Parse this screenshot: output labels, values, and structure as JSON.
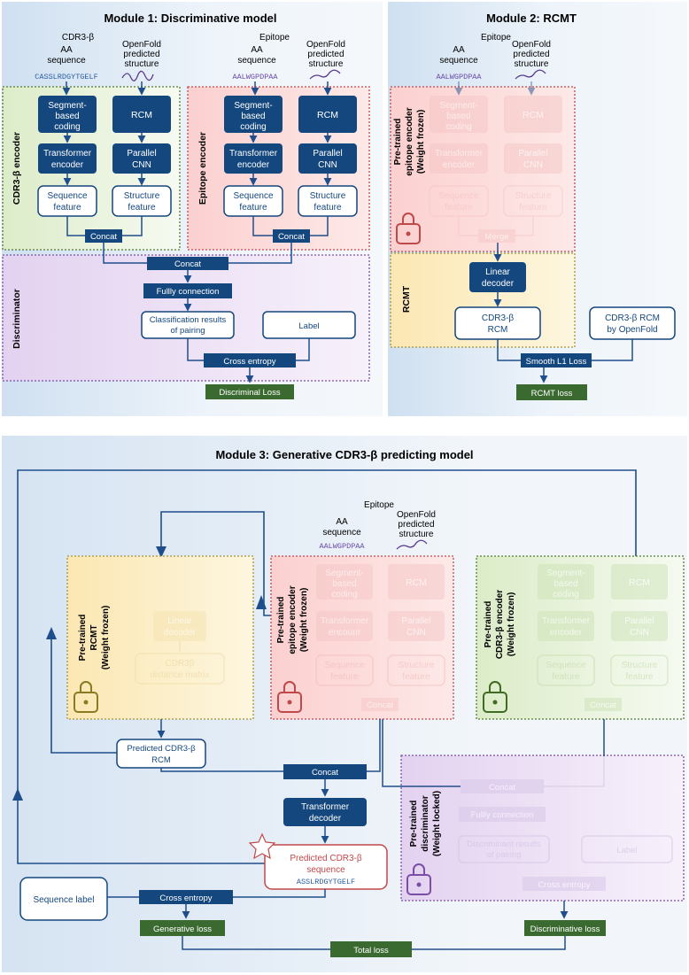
{
  "module1": {
    "title": "Module 1: Discriminative model",
    "cdr3_label": "CDR3-β",
    "aa_sequence_l1": "AA",
    "aa_sequence_l2": "sequence",
    "openfold_l1": "OpenFold",
    "openfold_l2": "predicted",
    "openfold_l3": "structure",
    "cdr3_seq": "CASSLRDGYTGELF",
    "epitope_label": "Epitope",
    "epi_seq": "AALWGPDPAA",
    "segment_l1": "Segment-",
    "segment_l2": "based",
    "segment_l3": "coding",
    "rcm": "RCM",
    "transformer_l1": "Transformer",
    "transformer_l2": "encoder",
    "parallel_l1": "Parallel",
    "parallel_l2": "CNN",
    "seqfeat_l1": "Sequence",
    "seqfeat_l2": "feature",
    "structfeat_l1": "Structure",
    "structfeat_l2": "feature",
    "concat": "Concat",
    "cdr3_encoder": "CDR3-β encoder",
    "epitope_encoder": "Epitope encoder",
    "discriminator": "Discriminator",
    "fully_connection": "Fullly connection",
    "class_l1": "Classification results",
    "class_l2": "of pairing",
    "label": "Label",
    "cross_entropy": "Cross entropy",
    "loss": "Discriminal Loss"
  },
  "module2": {
    "title": "Module 2: RCMT",
    "epitope_label": "Epitope",
    "aa_l1": "AA",
    "aa_l2": "sequence",
    "of_l1": "OpenFold",
    "of_l2": "predicted",
    "of_l3": "structure",
    "epi_seq": "AALWGPDPAA",
    "pretrained_l1": "Pre-trained",
    "pretrained_l2": "epitope encoder",
    "pretrained_l3": "(Weight frozen)",
    "faded_segment_l1": "Segment-",
    "faded_segment_l2": "based",
    "faded_segment_l3": "coding",
    "faded_rcm": "RCM",
    "faded_trans_l1": "Transformer",
    "faded_trans_l2": "encoder",
    "faded_par_l1": "Parallel",
    "faded_par_l2": "CNN",
    "faded_seq_l1": "Sequence",
    "faded_seq_l2": "feature",
    "faded_str_l1": "Structure",
    "faded_str_l2": "feature",
    "faded_merge": "Merge",
    "rcmt": "RCMT",
    "linear_l1": "Linear",
    "linear_l2": "decoder",
    "cdr3rcm_l1": "CDR3-β",
    "cdr3rcm_l2": "RCM",
    "openfold_rcm_l1": "CDR3-β RCM",
    "openfold_rcm_l2": "by OpenFold",
    "smooth_loss": "Smooth L1 Loss",
    "rcmt_loss": "RCMT loss"
  },
  "module3": {
    "title": "Module 3: Generative CDR3-β predicting model",
    "epitope_label": "Epitope",
    "aa_l1": "AA",
    "aa_l2": "sequence",
    "of_l1": "OpenFold",
    "of_l2": "predicted",
    "of_l3": "structure",
    "epi_seq": "AALWGPDPAA",
    "rcmt_l1": "Pre-trained",
    "rcmt_l2": "RCMT",
    "rcmt_l3": "(Weight frozen)",
    "faded_linear_l1": "Linear",
    "faded_linear_l2": "decoder",
    "faded_dist_l1": "CDR3β",
    "faded_dist_l2": "distance matrix",
    "epi_l1": "Pre-trained",
    "epi_l2": "epitope encoder",
    "epi_l3": "(Weight frozen)",
    "cdr3_l1": "Pre-trained",
    "cdr3_l2": "CDR3-β encoder",
    "cdr3_l3": "(Weight frozen)",
    "f_segment_l1": "Segment-",
    "f_segment_l2": "based",
    "f_segment_l3": "coding",
    "f_rcm": "RCM",
    "f_trans_l1": "Transformer",
    "f_trans_l2_epi": "encouur",
    "f_trans_l2": "encoder",
    "f_par_l1": "Parallel",
    "f_par_l2": "CNN",
    "f_seq_l1": "Sequence",
    "f_seq_l2": "feature",
    "f_str_l1": "Structure",
    "f_str_l2": "feature",
    "f_concat": "Concat",
    "predicted_rcm_l1": "Predicted CDR3-β",
    "predicted_rcm_l2": "RCM",
    "concat": "Concat",
    "transformer_l1": "Transformer",
    "transformer_l2": "decoder",
    "pred_seq_l1": "Predicted CDR3-β",
    "pred_seq_l2": "sequence",
    "pred_seq": "ASSLRDGYTGELF",
    "disc_l1": "Pre-trained",
    "disc_l2": "discriminator",
    "disc_l3": "(Weight locked)",
    "f_disc_concat": "Concat",
    "f_fully": "Fullly connection",
    "f_disc_class_l1": "Discriminant results",
    "f_disc_class_l2": "of pairing",
    "f_label": "Label",
    "f_cross": "Cross entropy",
    "sequence_label": "Sequence label",
    "cross_entropy": "Cross entropy",
    "generative_loss": "Generative loss",
    "discriminative_loss": "Discriminative loss",
    "total_loss": "Total loss"
  },
  "colors": {
    "dark_blue": "#14477e",
    "arrow": "#1f4e8c",
    "loss_green": "#3b6a31",
    "green_panel": "#e8f2e0",
    "green_border": "#557a2e",
    "red_panel": "#fde0df",
    "red_border": "#c0484a",
    "purple_panel": "#efe3f6",
    "purple_border": "#7a4ea8",
    "yellow_panel": "#fdf3d2",
    "yellow_border": "#a79233",
    "pred_border": "#c0484a"
  }
}
